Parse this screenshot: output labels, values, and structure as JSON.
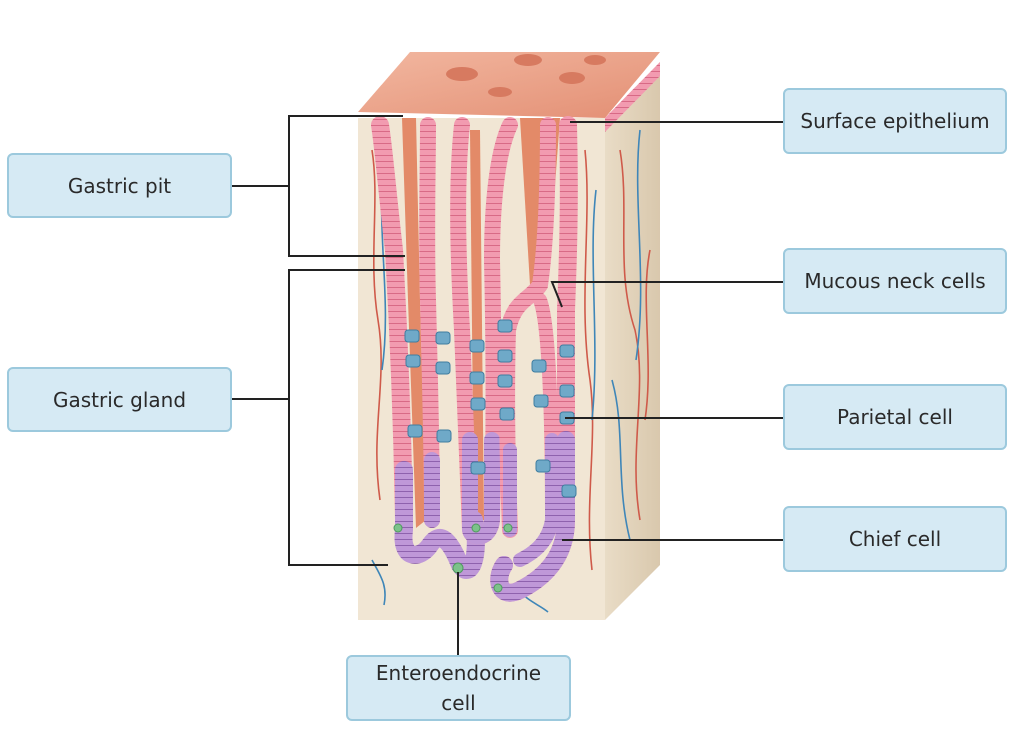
{
  "labels": {
    "gastric_pit": "Gastric pit",
    "gastric_gland": "Gastric gland",
    "surface_epithelium": "Surface epithelium",
    "mucous_neck_cells": "Mucous neck cells",
    "parietal_cell": "Parietal cell",
    "chief_cell": "Chief cell",
    "enteroendocrine_line1": "Enteroendocrine",
    "enteroendocrine_line2": "cell"
  },
  "colors": {
    "label_fill": "#d6eaf4",
    "label_border": "#9cc9dd",
    "mucosa_surface": "#e9a08a",
    "lumen": "#e38a68",
    "epithelium_pink": "#f08fa6",
    "parietal_blue": "#6fa9c8",
    "chief_purple": "#b58bd0",
    "enteroendocrine_green": "#7cc28a",
    "lamina_propria": "#efe2cf",
    "vessel_red": "#cf5a4a",
    "vessel_blue": "#3f86b8"
  }
}
